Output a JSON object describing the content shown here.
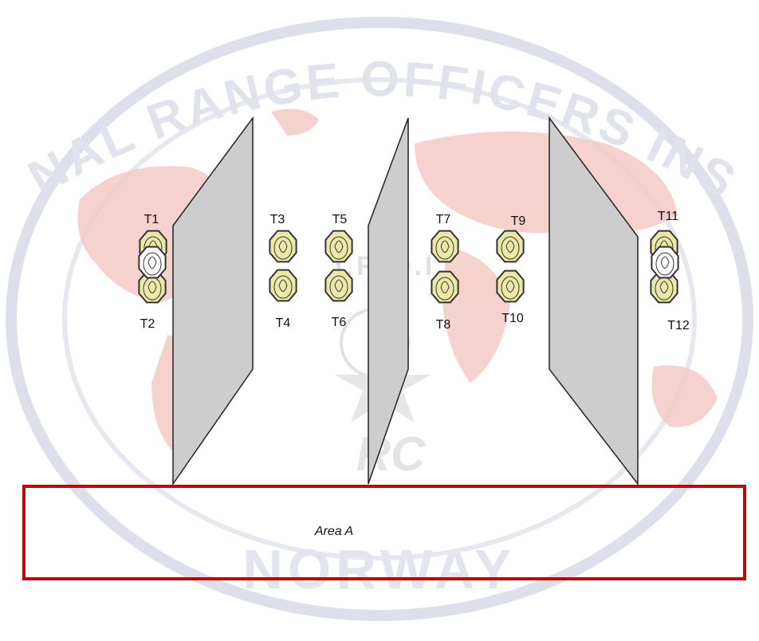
{
  "watermark": {
    "arc_text": "IONAL RANGE OFFICERS INSTI",
    "bottom_text": "NORWAY",
    "monogram": "I.R.O.I.",
    "emblem": "RC",
    "map_color": "#f3c7c0",
    "ring_color": "#dde0ea"
  },
  "colors": {
    "barricade_fill": "#cdcdcd",
    "barricade_stroke": "#222222",
    "target_fill": "#ece8a8",
    "target_stroke": "#333333",
    "noshoot_fill": "#ffffff",
    "area_border": "#bb0a0a"
  },
  "area": {
    "label": "Area A"
  },
  "targets": [
    {
      "id": "T1",
      "label": "T1",
      "label_pos": "above"
    },
    {
      "id": "T2",
      "label": "T2",
      "label_pos": "below"
    },
    {
      "id": "T3",
      "label": "T3",
      "label_pos": "above"
    },
    {
      "id": "T4",
      "label": "T4",
      "label_pos": "below"
    },
    {
      "id": "T5",
      "label": "T5",
      "label_pos": "above"
    },
    {
      "id": "T6",
      "label": "T6",
      "label_pos": "below"
    },
    {
      "id": "T7",
      "label": "T7",
      "label_pos": "above"
    },
    {
      "id": "T8",
      "label": "T8",
      "label_pos": "below"
    },
    {
      "id": "T9",
      "label": "T9",
      "label_pos": "above"
    },
    {
      "id": "T10",
      "label": "T10",
      "label_pos": "below"
    },
    {
      "id": "T11",
      "label": "T11",
      "label_pos": "above"
    },
    {
      "id": "T12",
      "label": "T12",
      "label_pos": "below"
    }
  ],
  "no_shoots": [
    {
      "id": "NS1",
      "between": [
        "T1",
        "T2"
      ]
    },
    {
      "id": "NS2",
      "between": [
        "T11",
        "T12"
      ]
    }
  ]
}
